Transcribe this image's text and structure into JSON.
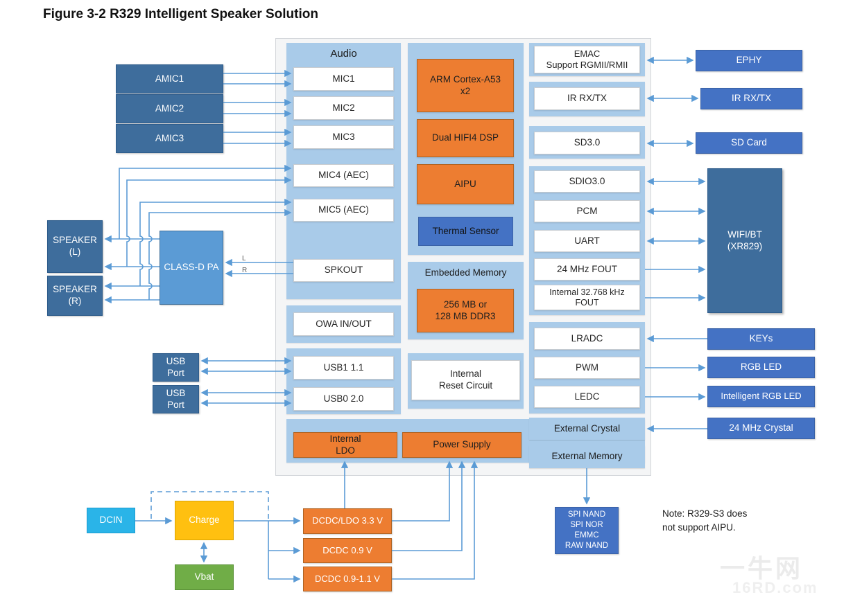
{
  "title": "Figure 3-2 R329 Intelligent Speaker Solution",
  "note": "Note: R329-S3 does\nnot support AIPU.",
  "watermark": {
    "line1": "一牛网",
    "line2": "16RD.com"
  },
  "wire_labels": {
    "l": "L",
    "r": "R"
  },
  "colors": {
    "arrow": "#5b9bd5",
    "container": "#a9cbe9",
    "outer_bg": "#f4f5f6",
    "orange": "#ed7d31",
    "blue": "#4472c4",
    "dark_blue": "#3e6d9c",
    "pa_blue": "#5b9bd5",
    "cyan": "#2ab4e8",
    "amber": "#ffc010",
    "green": "#70ad47"
  },
  "peripherals_left": {
    "amic1": "AMIC1",
    "amic2": "AMIC2",
    "amic3": "AMIC3",
    "speaker_l": "SPEAKER\n(L)",
    "speaker_r": "SPEAKER\n(R)",
    "class_d_pa": "CLASS-D PA",
    "usb_port1": "USB\nPort",
    "usb_port2": "USB\nPort",
    "dcin": "DCIN",
    "charge": "Charge",
    "vbat": "Vbat"
  },
  "soc": {
    "audio": {
      "header": "Audio",
      "mic1": "MIC1",
      "mic2": "MIC2",
      "mic3": "MIC3",
      "mic4": "MIC4 (AEC)",
      "mic5": "MIC5 (AEC)",
      "spkout": "SPKOUT",
      "owa": "OWA IN/OUT",
      "usb1": "USB1 1.1",
      "usb0": "USB0 2.0"
    },
    "cpu": {
      "arm": "ARM Cortex-A53\nx2",
      "dsp": "Dual HIFI4 DSP",
      "aipu": "AIPU",
      "thermal": "Thermal Sensor"
    },
    "memory": {
      "header": "Embedded Memory",
      "ddr": "256 MB or\n128 MB DDR3"
    },
    "reset": "Internal\nReset Circuit",
    "power": {
      "ldo": "Internal\nLDO",
      "supply": "Power Supply"
    },
    "io": {
      "emac": "EMAC\nSupport RGMII/RMII",
      "ir": "IR RX/TX",
      "sd": "SD3.0",
      "sdio": "SDIO3.0",
      "pcm": "PCM",
      "uart": "UART",
      "fout24": "24 MHz FOUT",
      "fout32": "Internal 32.768 kHz\nFOUT",
      "lradc": "LRADC",
      "pwm": "PWM",
      "ledc": "LEDC",
      "ext_crystal": "External Crystal",
      "ext_memory": "External Memory"
    }
  },
  "peripherals_right": {
    "ephy": "EPHY",
    "ir": "IR RX/TX",
    "sd_card": "SD Card",
    "wifi": "WIFI/BT\n(XR829)",
    "keys": "KEYs",
    "rgb_led": "RGB LED",
    "int_rgb_led": "Intelligent RGB LED",
    "crystal": "24 MHz Crystal",
    "flash": "SPI NAND\nSPI NOR\nEMMC\nRAW NAND"
  },
  "power_rails": {
    "dcdc33": "DCDC/LDO 3.3 V",
    "dcdc09": "DCDC 0.9 V",
    "dcdc0911": "DCDC 0.9-1.1 V"
  }
}
